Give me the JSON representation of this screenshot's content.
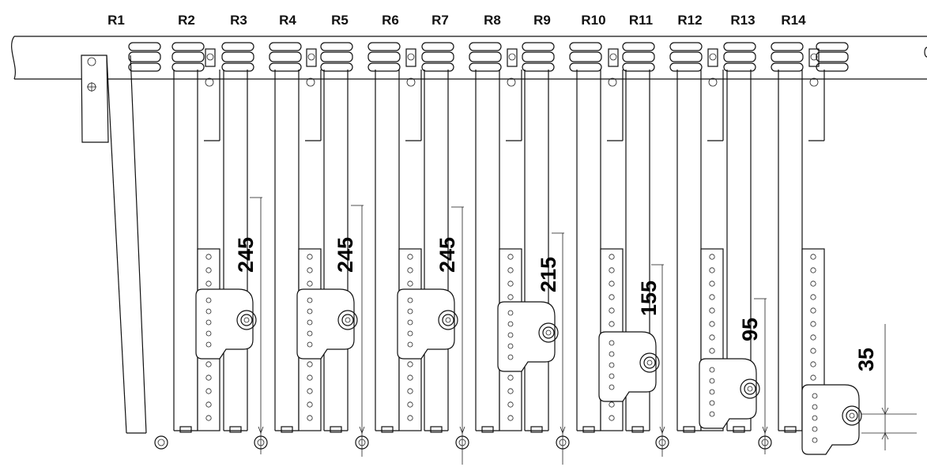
{
  "title": "",
  "rails": [
    {
      "label": "R1"
    },
    {
      "label": "R2"
    },
    {
      "label": "R3"
    },
    {
      "label": "R4"
    },
    {
      "label": "R5"
    },
    {
      "label": "R6"
    },
    {
      "label": "R7"
    },
    {
      "label": "R8"
    },
    {
      "label": "R9"
    },
    {
      "label": "R10"
    },
    {
      "label": "R11"
    },
    {
      "label": "R12"
    },
    {
      "label": "R13"
    },
    {
      "label": "R14"
    }
  ],
  "dimensions": [
    {
      "value": "245"
    },
    {
      "value": "245"
    },
    {
      "value": "245"
    },
    {
      "value": "215"
    },
    {
      "value": "155"
    },
    {
      "value": "95"
    },
    {
      "value": "35"
    }
  ]
}
